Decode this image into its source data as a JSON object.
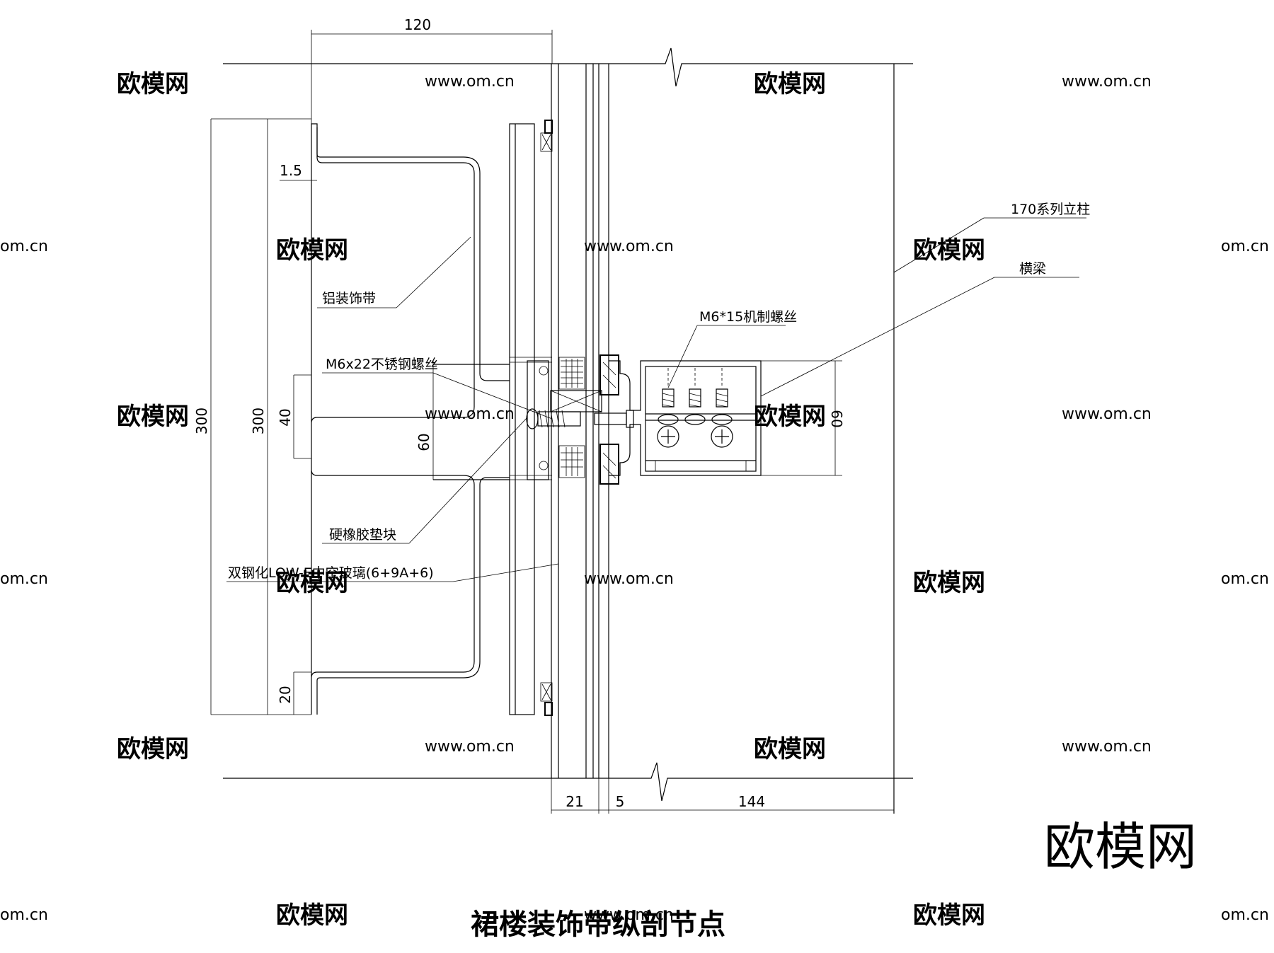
{
  "title": "裙楼装饰带纵剖节点",
  "logo": "欧模网",
  "watermarks": {
    "brand": "欧模网",
    "site": "www.om.cn",
    "site_short": "om.cn"
  },
  "dimensions": {
    "top_width": "120",
    "lip": "1.5",
    "overall_outer": "300",
    "overall_inner": "300",
    "inner_40": "40",
    "inner_60": "60",
    "bottom_20": "20",
    "right_60": "60",
    "bottom_21": "21",
    "bottom_5": "5",
    "bottom_144": "144"
  },
  "labels": {
    "mullion": "170系列立柱",
    "transom": "横梁",
    "machine_screw": "M6*15机制螺丝",
    "aluminum_band": "铝装饰带",
    "stainless_screw": "M6x22不锈钢螺丝",
    "rubber_block": "硬橡胶垫块",
    "glass": "双钢化LOW-E中空玻璃(6+9A+6)"
  },
  "colors": {
    "line": "#000000",
    "watermark": "#c8c8c8",
    "logo": "#444444"
  }
}
